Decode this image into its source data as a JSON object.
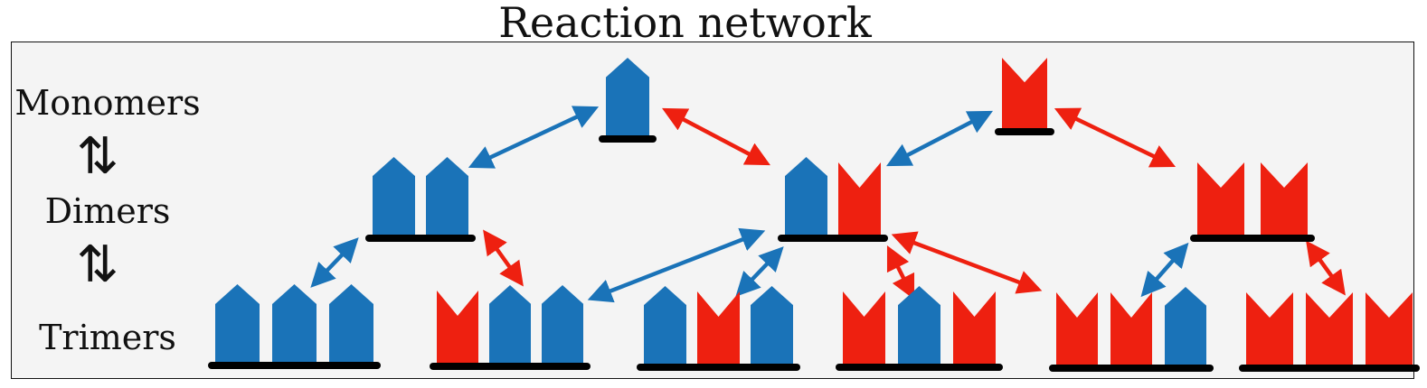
{
  "title": "Reaction network",
  "labels": {
    "monomers": "Monomers",
    "dimers": "Dimers",
    "trimers": "Trimers",
    "equilibrium_symbol": "⇅"
  },
  "colors": {
    "blue": "#1a73b8",
    "red": "#ee2010",
    "base": "#000000",
    "panel": "#f4f4f4"
  },
  "nodes": [
    {
      "id": "m-blue",
      "level": "monomer",
      "units": [
        "blue"
      ]
    },
    {
      "id": "m-red",
      "level": "monomer",
      "units": [
        "red"
      ]
    },
    {
      "id": "d-bb",
      "level": "dimer",
      "units": [
        "blue",
        "blue"
      ]
    },
    {
      "id": "d-br",
      "level": "dimer",
      "units": [
        "blue",
        "red"
      ]
    },
    {
      "id": "d-rr",
      "level": "dimer",
      "units": [
        "red",
        "red"
      ]
    },
    {
      "id": "t-bbb",
      "level": "trimer",
      "units": [
        "blue",
        "blue",
        "blue"
      ]
    },
    {
      "id": "t-rbb",
      "level": "trimer",
      "units": [
        "red",
        "blue",
        "blue"
      ]
    },
    {
      "id": "t-brb",
      "level": "trimer",
      "units": [
        "blue",
        "red",
        "blue"
      ]
    },
    {
      "id": "t-rbr",
      "level": "trimer",
      "units": [
        "red",
        "blue",
        "red"
      ]
    },
    {
      "id": "t-rrb",
      "level": "trimer",
      "units": [
        "red",
        "red",
        "blue"
      ]
    },
    {
      "id": "t-rrr",
      "level": "trimer",
      "units": [
        "red",
        "red",
        "red"
      ]
    }
  ],
  "reactions": [
    {
      "from": "m-blue",
      "to": "d-bb",
      "color": "blue"
    },
    {
      "from": "m-blue",
      "to": "d-br",
      "color": "red"
    },
    {
      "from": "m-red",
      "to": "d-br",
      "color": "blue"
    },
    {
      "from": "m-red",
      "to": "d-rr",
      "color": "red"
    },
    {
      "from": "d-bb",
      "to": "t-bbb",
      "color": "blue"
    },
    {
      "from": "d-bb",
      "to": "t-rbb",
      "color": "red"
    },
    {
      "from": "d-br",
      "to": "t-rbb",
      "color": "blue"
    },
    {
      "from": "d-br",
      "to": "t-brb",
      "color": "blue"
    },
    {
      "from": "d-br",
      "to": "t-rbr",
      "color": "red"
    },
    {
      "from": "d-br",
      "to": "t-rrb",
      "color": "red"
    },
    {
      "from": "d-rr",
      "to": "t-rrb",
      "color": "blue"
    },
    {
      "from": "d-rr",
      "to": "t-rrr",
      "color": "red"
    }
  ]
}
